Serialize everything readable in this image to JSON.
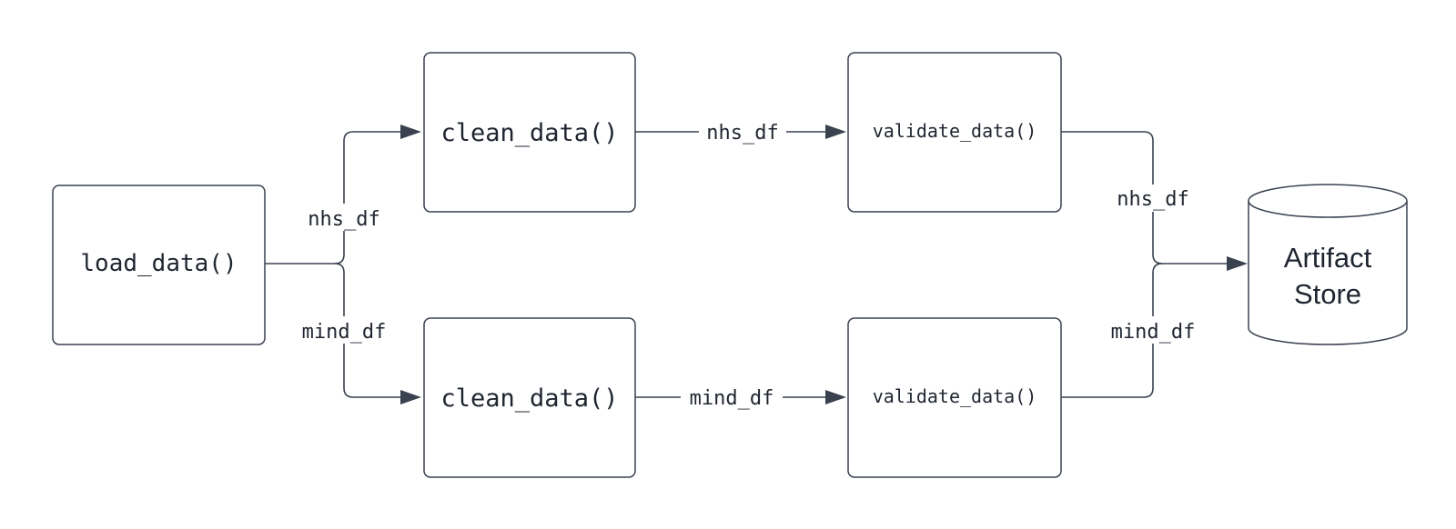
{
  "nodes": {
    "load": {
      "label": "load_data()"
    },
    "clean_top": {
      "label": "clean_data()"
    },
    "clean_bottom": {
      "label": "clean_data()"
    },
    "validate_top": {
      "label": "validate_data()"
    },
    "validate_bottom": {
      "label": "validate_data()"
    },
    "store": {
      "line1": "Artifact",
      "line2": "Store"
    }
  },
  "edges": {
    "load_to_clean_top": "nhs_df",
    "load_to_clean_bottom": "mind_df",
    "clean_to_validate_top": "nhs_df",
    "clean_to_validate_bottom": "mind_df",
    "validate_top_to_store": "nhs_df",
    "validate_bottom_to_store": "mind_df"
  },
  "colors": {
    "stroke": "#3a4250",
    "text": "#1f2530",
    "background": "#ffffff"
  }
}
